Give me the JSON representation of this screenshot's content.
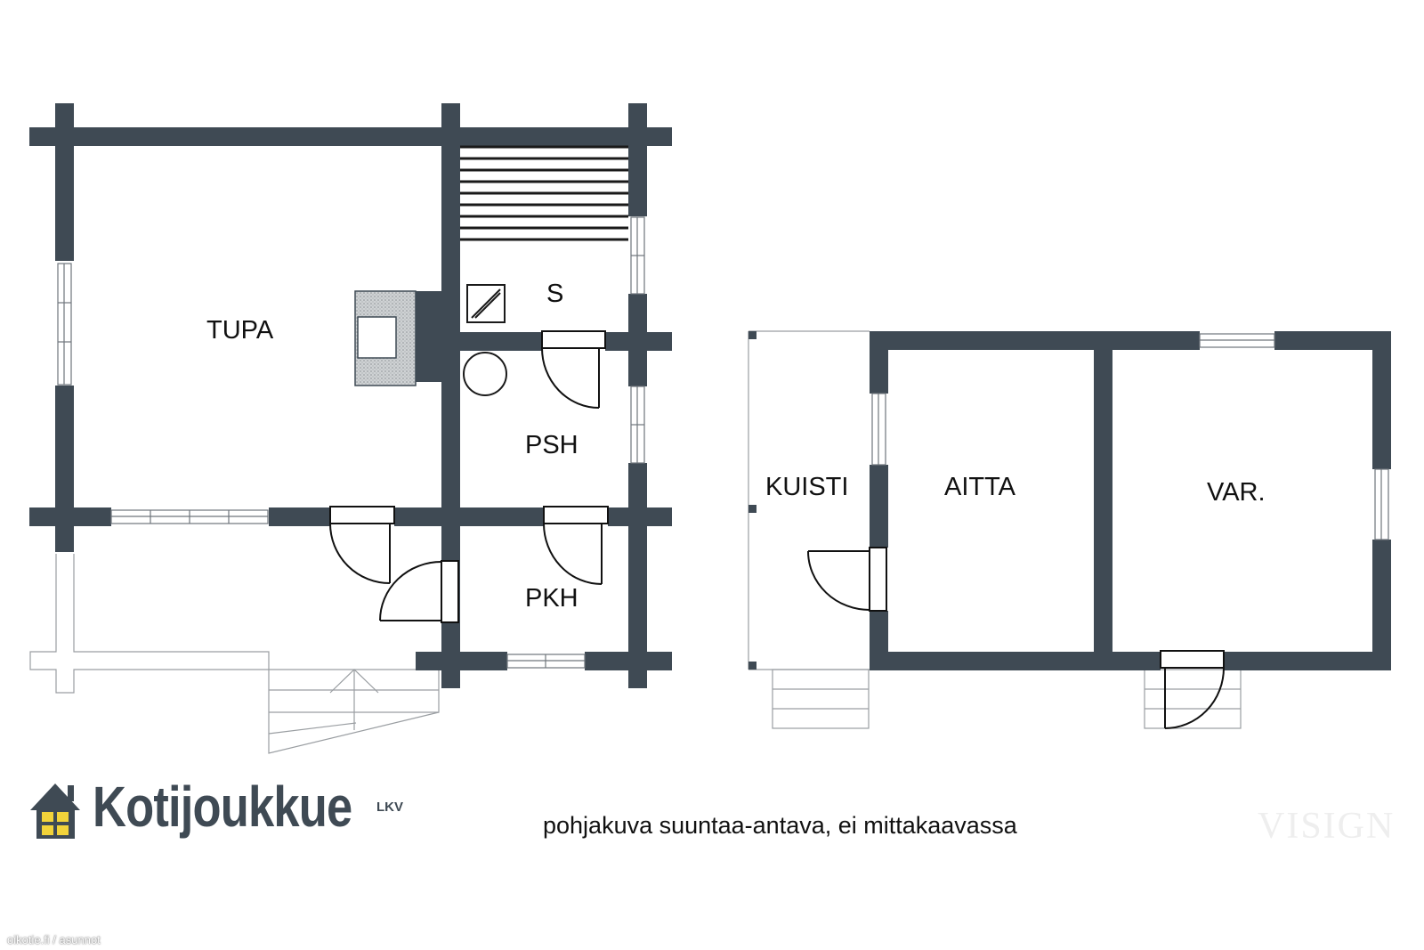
{
  "rooms": {
    "tupa": "TUPA",
    "sauna": "S",
    "psh": "PSH",
    "pkh": "PKH",
    "kuisti": "KUISTI",
    "aitta": "AITTA",
    "var": "VAR."
  },
  "caption": "pohjakuva suuntaa-antava, ei mittakaavassa",
  "logo": {
    "name": "Kotijoukkue",
    "suffix": "LKV"
  },
  "watermark": "VISIGN",
  "source": "oikotie.fi / asunnot",
  "colors": {
    "wall": "#3f4a54",
    "logo_window": "#f2d33a"
  }
}
